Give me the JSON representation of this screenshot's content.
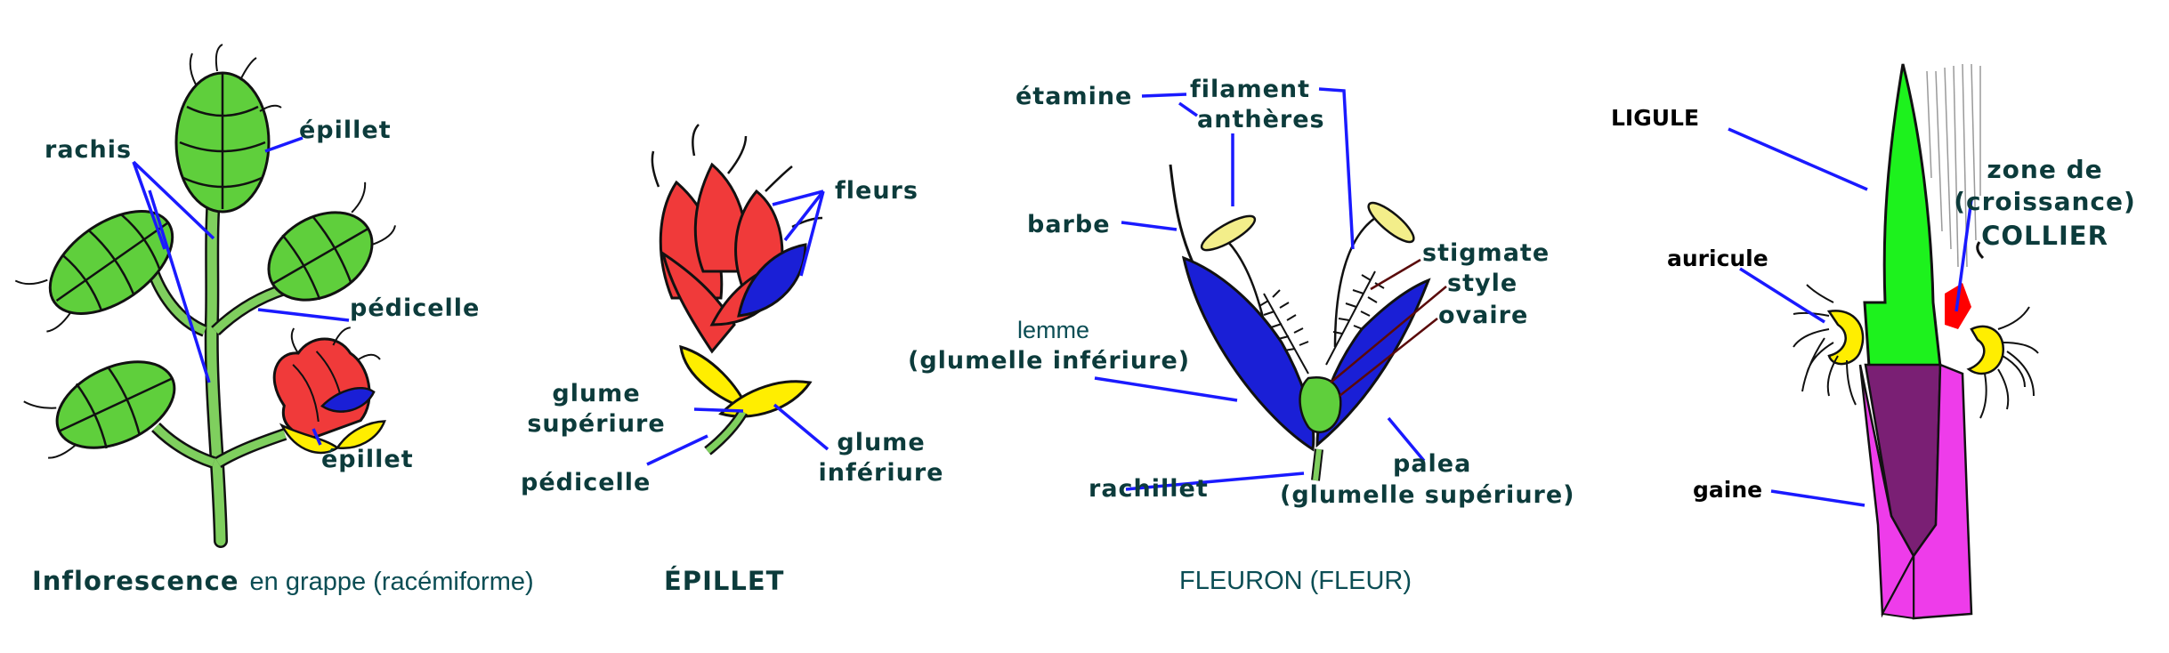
{
  "colors": {
    "leader_line": "#1a1aff",
    "leaf_green": "#5fcf3c",
    "stem_green": "#7fcf5e",
    "red": "#f03a3a",
    "blue": "#1a1fd6",
    "yellow": "#ffee00",
    "pale_yellow": "#f3ee8a",
    "green_bright": "#1df21d",
    "magenta": "#ee3cea",
    "purple": "#7a1f74",
    "label_text": "#0c3b3b"
  },
  "panels": {
    "inflorescence": {
      "caption_bold": "Inflorescence",
      "caption_rest": "en grappe (racémiforme)",
      "labels": {
        "rachis": "rachis",
        "epillet_top": "épillet",
        "pedicelle": "pédicelle",
        "epillet_bottom": "épillet"
      }
    },
    "epillet": {
      "caption": "ÉPILLET",
      "labels": {
        "fleurs": "fleurs",
        "glume_sup_1": "glume",
        "glume_sup_2": "supériure",
        "pedicelle": "pédicelle",
        "glume_inf_1": "glume",
        "glume_inf_2": "infériure"
      }
    },
    "fleuron": {
      "caption": "FLEURON (FLEUR)",
      "labels": {
        "etamine": "étamine",
        "filament": "filament",
        "antheres": "anthères",
        "barbe": "barbe",
        "stigmate": "stigmate",
        "style": "style",
        "ovaire": "ovaire",
        "lemme_1": "lemme",
        "lemme_2": "(glumelle infériure)",
        "rachillet": "rachillet",
        "palea_1": "palea",
        "palea_2": "(glumelle supériure)"
      }
    },
    "collier": {
      "labels": {
        "ligule": "LIGULE",
        "zone_1": "zone de",
        "zone_2": "(croissance)",
        "collier": "COLLIER",
        "auricule": "auricule",
        "gaine": "gaine"
      }
    }
  }
}
